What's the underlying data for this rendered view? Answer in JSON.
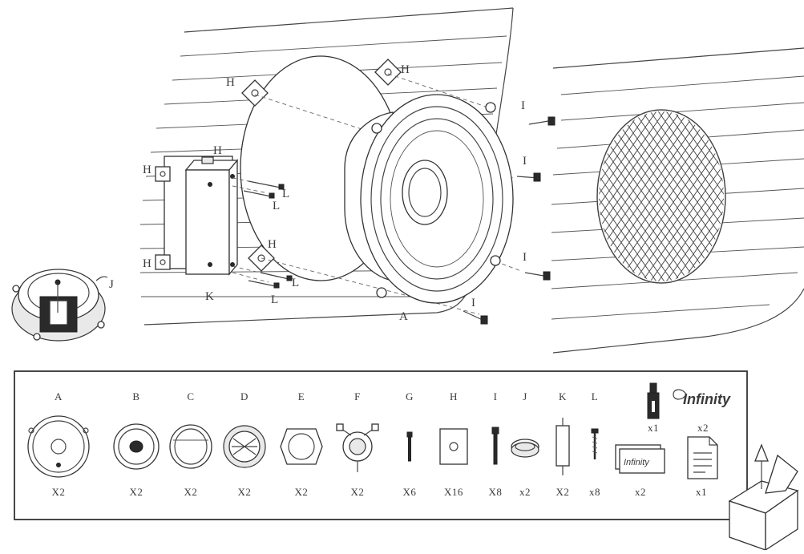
{
  "diagram_labels": {
    "H": "H",
    "I": "I",
    "L": "L",
    "K": "K",
    "A": "A",
    "J": "J"
  },
  "brand_text": "Infinity",
  "parts": [
    {
      "letter": "A",
      "qty": "X2",
      "icon": "woofer-icon"
    },
    {
      "letter": "B",
      "qty": "X2",
      "icon": "grille-ring-icon"
    },
    {
      "letter": "C",
      "qty": "X2",
      "icon": "spacer-ring-icon"
    },
    {
      "letter": "D",
      "qty": "X2",
      "icon": "tweeter-grille-icon"
    },
    {
      "letter": "E",
      "qty": "X2",
      "icon": "adapter-ring-icon"
    },
    {
      "letter": "F",
      "qty": "X2",
      "icon": "tweeter-mount-icon"
    },
    {
      "letter": "G",
      "qty": "X6",
      "icon": "short-screw-icon"
    },
    {
      "letter": "H",
      "qty": "X16",
      "icon": "clip-icon"
    },
    {
      "letter": "I",
      "qty": "X8",
      "icon": "screw-icon"
    },
    {
      "letter": "J",
      "qty": "x2",
      "icon": "gasket-icon"
    },
    {
      "letter": "K",
      "qty": "X2",
      "icon": "crossover-icon"
    },
    {
      "letter": "L",
      "qty": "x8",
      "icon": "wood-screw-icon"
    }
  ],
  "extras": [
    {
      "qty": "x2",
      "icon": "infinity-card-icon"
    },
    {
      "qty": "x1",
      "icon": "document-icon"
    },
    {
      "qty": "x1",
      "icon": "usb-stick-icon"
    },
    {
      "qty": "x2",
      "icon": "infinity-logo-badge-icon"
    }
  ]
}
